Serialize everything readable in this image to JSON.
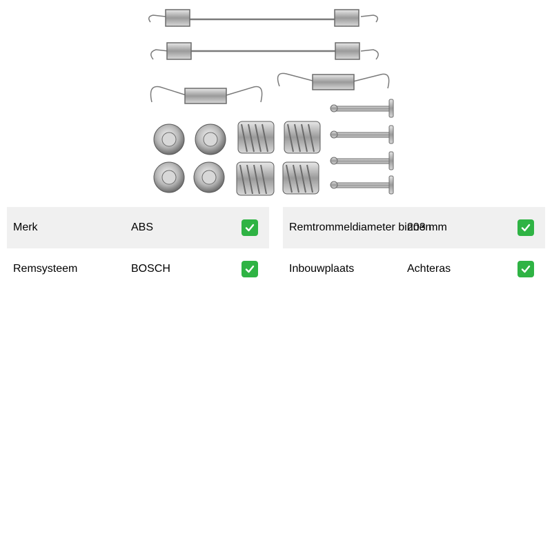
{
  "product": {
    "image_icon": "brake-shoe-accessory-kit-icon"
  },
  "specs": {
    "left": [
      {
        "label": "Merk",
        "value": "ABS",
        "icon": "check-icon"
      },
      {
        "label": "Remsysteem",
        "value": "BOSCH",
        "icon": "check-icon"
      }
    ],
    "right": [
      {
        "label": "Remtrommeldiameter binnen",
        "value": "203 mm",
        "icon": "check-icon"
      },
      {
        "label": "Inbouwplaats",
        "value": "Achteras",
        "icon": "check-icon"
      }
    ]
  },
  "colors": {
    "row_shade": "#f0f0f0",
    "check_green": "#2fb344"
  }
}
